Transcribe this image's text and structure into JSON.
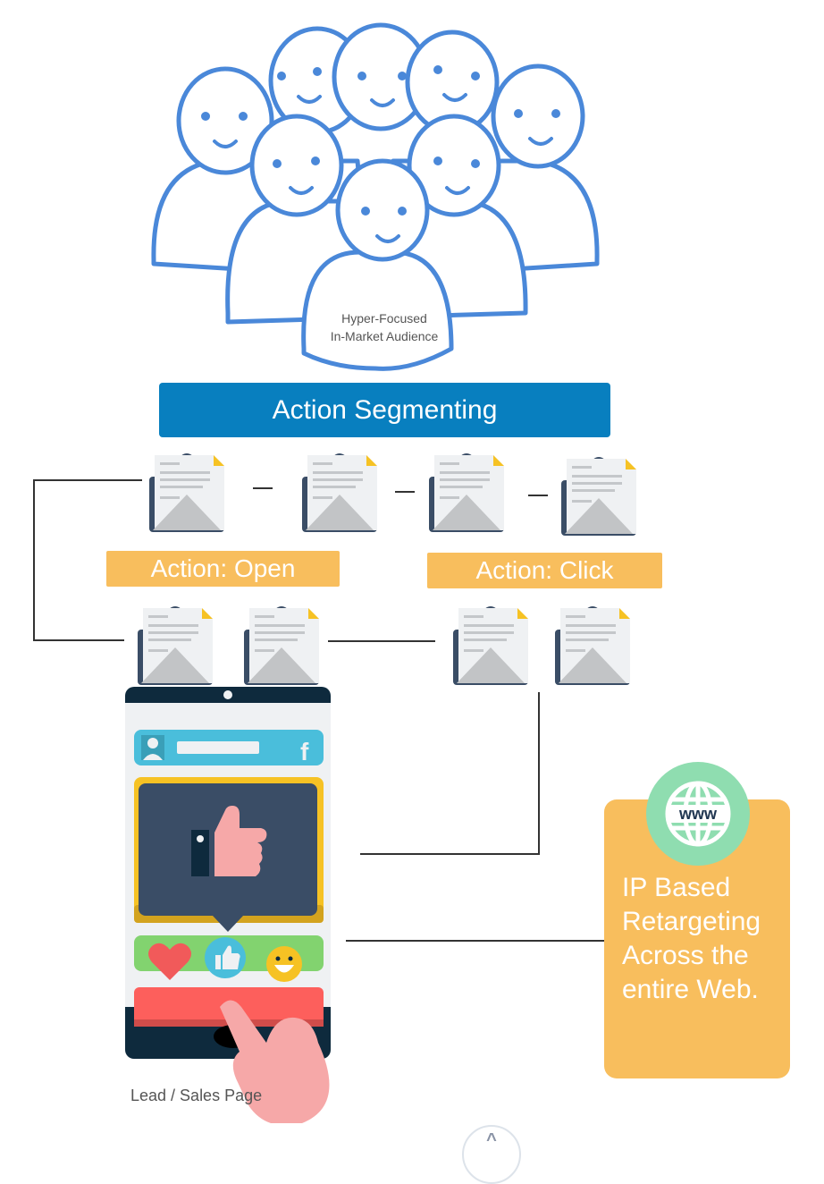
{
  "audience": {
    "label_line1": "Hyper-Focused",
    "label_line2": "In-Market Audience",
    "icon": "people-crowd-icon",
    "stroke_color": "#4a88d9"
  },
  "banner": {
    "title": "Action Segmenting",
    "color": "#087fbf"
  },
  "actions": [
    {
      "label": "Action: Open",
      "color": "#f8be5d"
    },
    {
      "label": "Action: Click",
      "color": "#f8be5d"
    }
  ],
  "emails": {
    "icon": "open-envelope-letter-icon",
    "top_row_count": 4,
    "bottom_row_count": 4
  },
  "phone": {
    "caption": "Lead / Sales Page",
    "social_icon": "facebook-icon",
    "reactions": [
      "heart-icon",
      "thumbs-up-icon",
      "smiley-icon"
    ]
  },
  "retargeting": {
    "icon": "www-globe-icon",
    "globe_label": "www",
    "text_lines": [
      "IP Based",
      "Retargeting",
      "Across the",
      "entire Web."
    ]
  },
  "scroll_top": {
    "icon": "chevron-up-icon",
    "glyph": "^"
  }
}
